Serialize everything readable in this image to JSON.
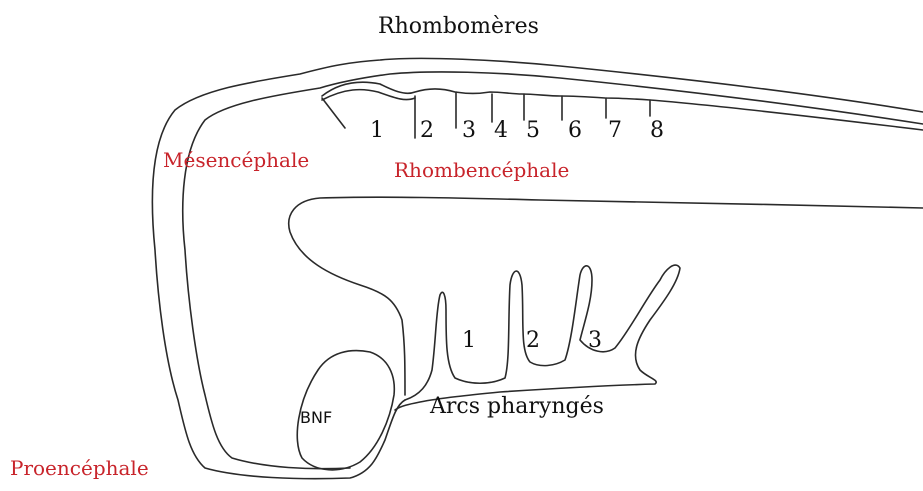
{
  "labels": {
    "rhombomeres_title": "Rhombomères",
    "mesencephale": "Mésencéphale",
    "rhombencephale": "Rhombencéphale",
    "proencephale": "Proencéphale",
    "arcs_pharynges": "Arcs pharyngés",
    "bnf": "BNF"
  },
  "rhombomere_numbers": [
    "1",
    "2",
    "3",
    "4",
    "5",
    "6",
    "7",
    "8"
  ],
  "arc_numbers": [
    "1",
    "2",
    "3"
  ],
  "colors": {
    "region_label": "#c8242b",
    "text": "#111111",
    "outline": "#2a2a2a"
  }
}
